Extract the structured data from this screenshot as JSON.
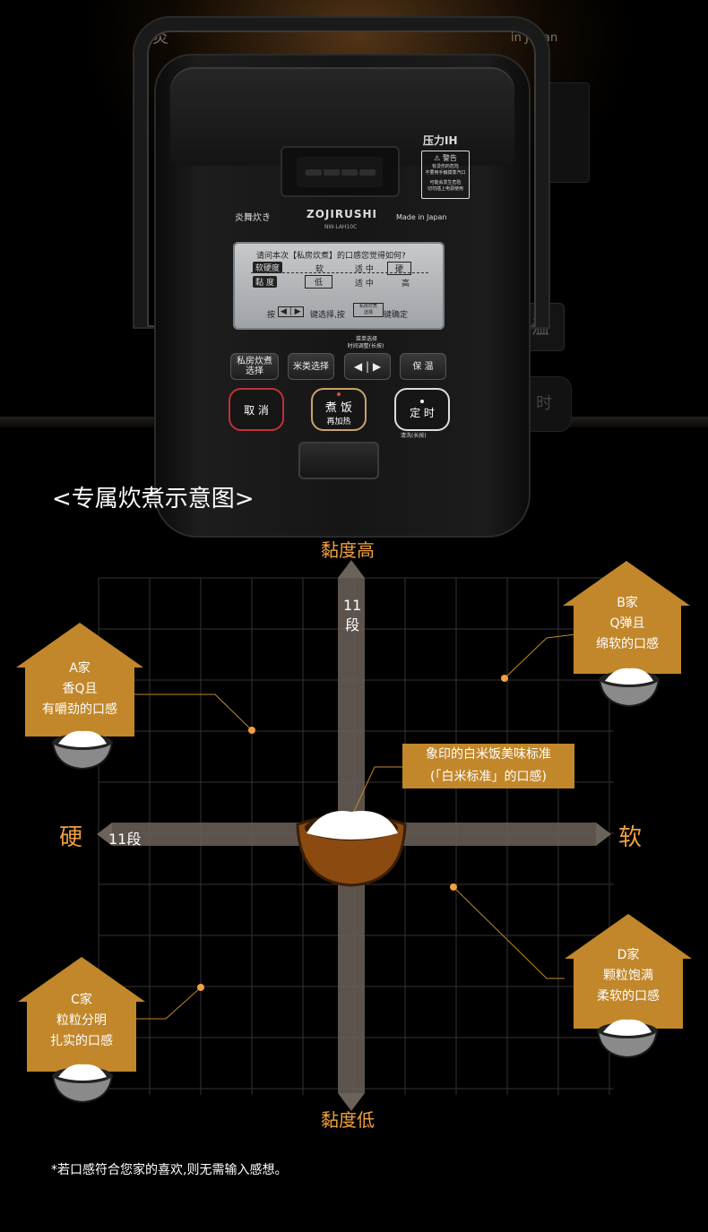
{
  "background": {
    "left_text": "炎",
    "right_text": "in Japan",
    "right_panel_text": "温",
    "right_panel_text2": "时"
  },
  "cooker": {
    "model_logo": "ZOJIRUSHI",
    "model_number": "NW-LAH10C",
    "series_text": "炎舞炊き",
    "made_in": "Made in Japan",
    "pressure_label": "压力IH",
    "warning_title": "⚠ 警告",
    "warning_line1": "有烫伤的危险",
    "warning_line2": "不要用手触摸蒸汽口",
    "warning_line3": "可能会发生危险",
    "warning_line4": "切勿插上电源使用",
    "screen": {
      "question": "请问本次【私房炊煮】的口感您觉得如何?",
      "row1_label": "软硬度",
      "row1_opts": [
        "软",
        "适 中",
        "硬"
      ],
      "row2_label": "黏 度",
      "row2_opts": [
        "低",
        "适 中",
        "高"
      ],
      "hint_pre": "按",
      "hint_mid": "键选择,按",
      "hint_box": "私房炊煮 选择",
      "hint_post": "键确定"
    },
    "buttons": {
      "private_cook": "私房炊煮\n选择",
      "rice_type": "米类选择",
      "arrows": "◀ | ▶",
      "keep_warm": "保 温",
      "menu_hint1": "菜单选择",
      "menu_hint2": "时间调整(长按)",
      "cancel": "取 消",
      "cook": "煮 饭",
      "reheat": "再加热",
      "timer": "定 时",
      "clean_hint": "清洗(长按)"
    }
  },
  "diagram": {
    "title": "<专属炊煮示意图>",
    "axis_top": "黏度高",
    "axis_bottom": "黏度低",
    "axis_left": "硬",
    "axis_right": "软",
    "top_steps": "11\n段",
    "left_steps": "11段",
    "standard_line1": "象印的白米饭美味标准",
    "standard_line2": "(「白米标准」的口感)",
    "callouts": [
      {
        "id": "A",
        "lines": [
          "A家",
          "香Q且",
          "有嚼劲的口感"
        ]
      },
      {
        "id": "B",
        "lines": [
          "B家",
          "Q弹且",
          "绵软的口感"
        ]
      },
      {
        "id": "C",
        "lines": [
          "C家",
          "粒粒分明",
          "扎实的口感"
        ]
      },
      {
        "id": "D",
        "lines": [
          "D家",
          "颗粒饱满",
          "柔软的口感"
        ]
      }
    ],
    "footnote": "*若口感符合您家的喜欢,则无需输入感想。",
    "colors": {
      "accent": "#c2872a",
      "orange_text": "#f0a040",
      "grid": "#3a3a3a",
      "axis": "#6b6259"
    }
  }
}
